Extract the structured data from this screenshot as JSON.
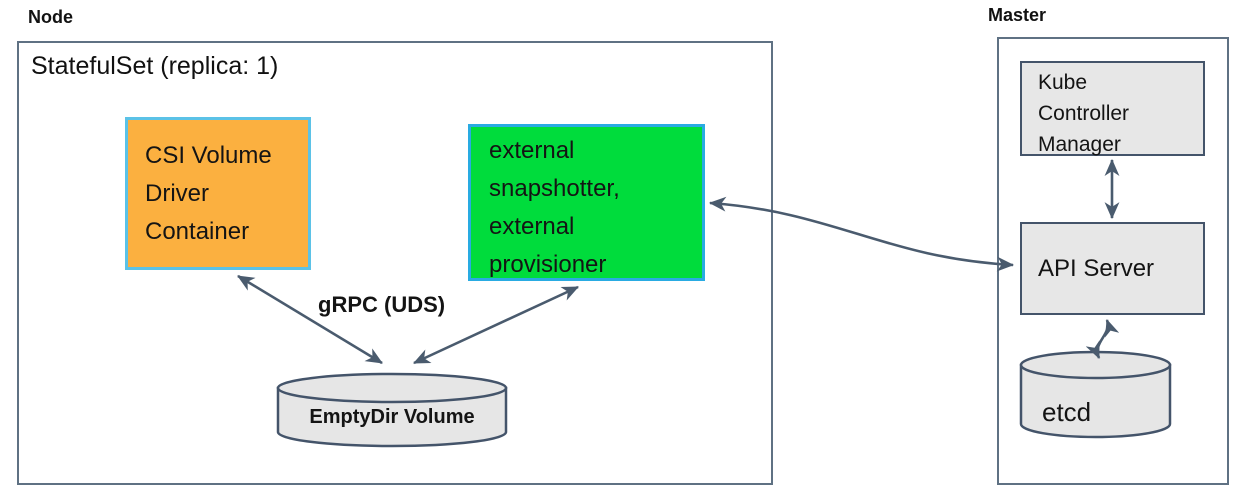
{
  "diagram": {
    "node": {
      "label": "Node",
      "statefulset_title": "StatefulSet (replica: 1)",
      "csi_box": {
        "lines": [
          "CSI Volume",
          "Driver",
          "Container"
        ]
      },
      "sidecar_box": {
        "lines": [
          "external",
          "snapshotter,",
          "external",
          "provisioner"
        ]
      },
      "grpc_label": "gRPC (UDS)",
      "emptydir_label": "EmptyDir Volume"
    },
    "master": {
      "label": "Master",
      "kcm_box": {
        "lines": [
          "Kube",
          "Controller",
          "Manager"
        ]
      },
      "api_server_label": "API Server",
      "etcd_label": "etcd"
    },
    "colors": {
      "csi_fill": "#FBB040",
      "csi_border": "#5BC2E7",
      "sidecar_fill": "#00DC3C",
      "sidecar_border": "#29ABE2",
      "gray_fill": "#E7E7E7",
      "box_outline": "#44546A",
      "boundary_outline": "#5F7183",
      "arrow": "#4A5B6E"
    }
  }
}
